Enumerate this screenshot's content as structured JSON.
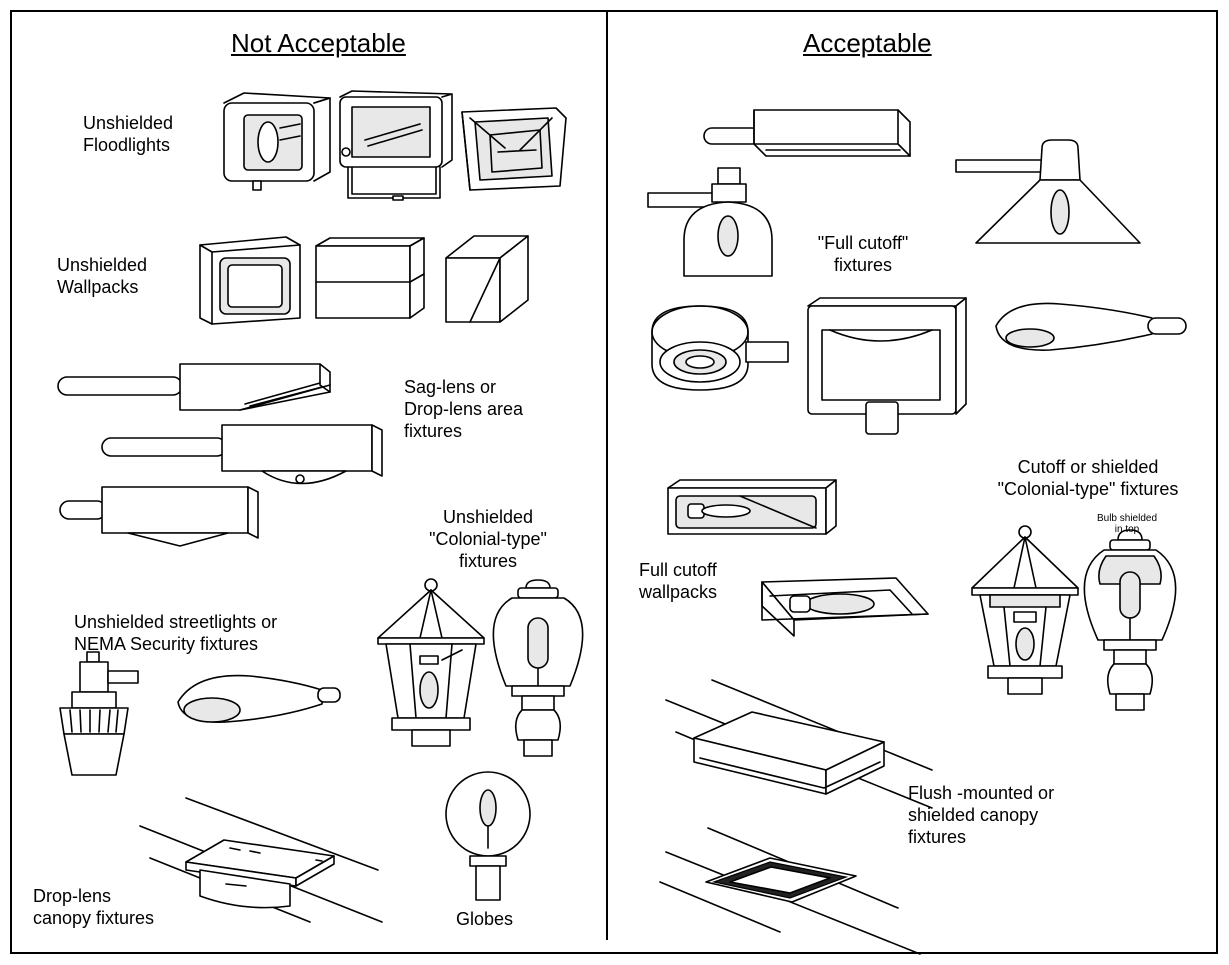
{
  "headings": {
    "not_acceptable": "Not Acceptable",
    "acceptable": "Acceptable"
  },
  "left": {
    "floodlights": [
      "Unshielded",
      "Floodlights"
    ],
    "wallpacks": [
      "Unshielded",
      "Wallpacks"
    ],
    "sag_lens": [
      "Sag-lens or",
      "Drop-lens area",
      "fixtures"
    ],
    "colonial": [
      "Unshielded",
      "\"Colonial-type\"",
      "fixtures"
    ],
    "streetlights": [
      "Unshielded streetlights or",
      "NEMA Security fixtures"
    ],
    "drop_lens_canopy": [
      "Drop-lens",
      "canopy fixtures"
    ],
    "globes": "Globes"
  },
  "right": {
    "full_cutoff_fixtures": [
      "\"Full cutoff\"",
      "fixtures"
    ],
    "cutoff_colonial": [
      "Cutoff or shielded",
      "\"Colonial-type\" fixtures"
    ],
    "bulb_shielded": [
      "Bulb shielded",
      "in top"
    ],
    "full_cutoff_wallpacks": [
      "Full cutoff",
      "wallpacks"
    ],
    "flush_canopy": [
      "Flush -mounted or",
      "shielded canopy",
      "fixtures"
    ]
  }
}
